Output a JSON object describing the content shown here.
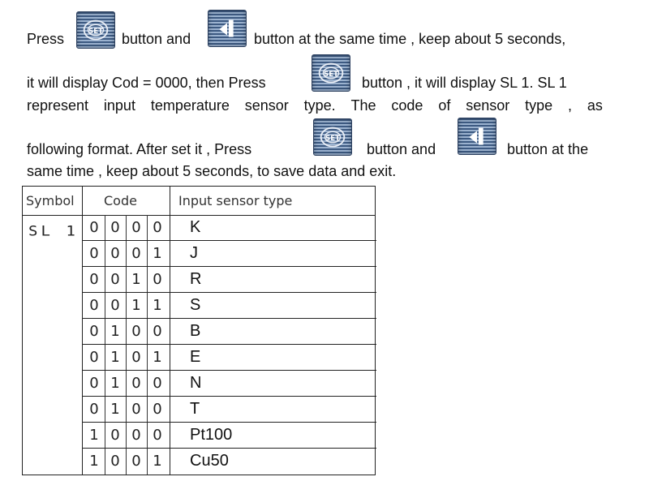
{
  "paragraph": {
    "l1_a": "Press",
    "l1_b": "button and",
    "l1_c": "button at the same time , keep about 5 seconds,",
    "l2_a": "it will display Cod = 0000, then Press",
    "l2_b": "button , it will display SL 1. SL 1",
    "l3_words": [
      "represent",
      "input",
      "temperature",
      "sensor",
      "type.",
      "The",
      "code",
      "of",
      "sensor",
      "type",
      ",",
      "as"
    ],
    "l4_a": "following format.   After set it , Press",
    "l4_b": "button and",
    "l4_c": "button at the",
    "l5": "same time , keep about 5 seconds, to save data and exit."
  },
  "icons": {
    "set": "set-button-icon",
    "shift": "shift-button-icon",
    "set_label": "SET"
  },
  "table": {
    "headers": {
      "symbol": "Symbol",
      "code": "Code",
      "type": "Input sensor type"
    },
    "symbol": "SL 1",
    "rows": [
      {
        "code": [
          "0",
          "0",
          "0",
          "0"
        ],
        "type": "K"
      },
      {
        "code": [
          "0",
          "0",
          "0",
          "1"
        ],
        "type": "J"
      },
      {
        "code": [
          "0",
          "0",
          "1",
          "0"
        ],
        "type": "R"
      },
      {
        "code": [
          "0",
          "0",
          "1",
          "1"
        ],
        "type": "S"
      },
      {
        "code": [
          "0",
          "1",
          "0",
          "0"
        ],
        "type": "B"
      },
      {
        "code": [
          "0",
          "1",
          "0",
          "1"
        ],
        "type": "E"
      },
      {
        "code": [
          "0",
          "1",
          "0",
          "0"
        ],
        "type": "N"
      },
      {
        "code": [
          "0",
          "1",
          "0",
          "0"
        ],
        "type": "T"
      },
      {
        "code": [
          "1",
          "0",
          "0",
          "0"
        ],
        "type": "Pt100"
      },
      {
        "code": [
          "1",
          "0",
          "0",
          "1"
        ],
        "type": "Cu50"
      }
    ]
  }
}
